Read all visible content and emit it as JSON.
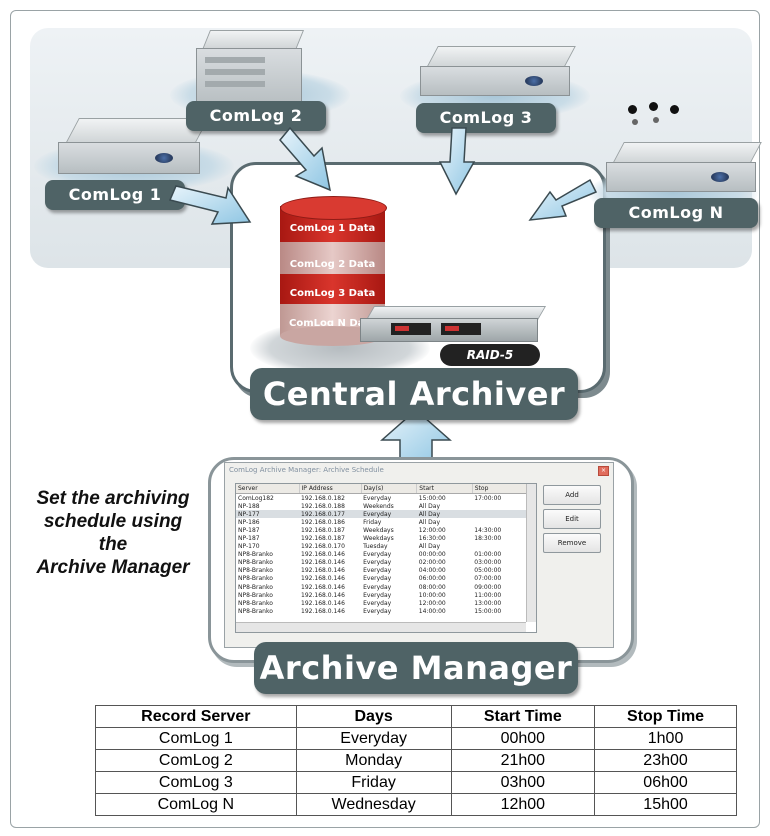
{
  "servers": [
    {
      "name": "ComLog 1"
    },
    {
      "name": "ComLog 2"
    },
    {
      "name": "ComLog 3"
    },
    {
      "name": "ComLog N"
    }
  ],
  "database": {
    "segments": [
      "ComLog 1 Data",
      "ComLog 2 Data",
      "ComLog 3 Data",
      "ComLog N Data"
    ],
    "colors": [
      "#c8231c",
      "#d9aaa6",
      "#c8231c",
      "#e4c3bf"
    ],
    "raid_label": "RAID-5"
  },
  "central_archiver_label": "Central Archiver",
  "side_text": [
    "Set the archiving",
    "schedule using",
    "the",
    "Archive Manager"
  ],
  "archive_manager_label": "Archive Manager",
  "dialog": {
    "title": "ComLog Archive Manager: Archive Schedule",
    "close": "×",
    "columns": [
      "Server",
      "IP Address",
      "Day(s)",
      "Start",
      "Stop"
    ],
    "rows": [
      [
        "ComLog182",
        "192.168.0.182",
        "Everyday",
        "15:00:00",
        "17:00:00"
      ],
      [
        "NP-188",
        "192.168.0.188",
        "Weekends",
        "All Day",
        ""
      ],
      [
        "NP-177",
        "192.168.0.177",
        "Everyday",
        "All Day",
        ""
      ],
      [
        "NP-186",
        "192.168.0.186",
        "Friday",
        "All Day",
        ""
      ],
      [
        "NP-187",
        "192.168.0.187",
        "Weekdays",
        "12:00:00",
        "14:30:00"
      ],
      [
        "NP-187",
        "192.168.0.187",
        "Weekdays",
        "16:30:00",
        "18:30:00"
      ],
      [
        "NP-170",
        "192.168.0.170",
        "Tuesday",
        "All Day",
        ""
      ],
      [
        "NP8-Branko",
        "192.168.0.146",
        "Everyday",
        "00:00:00",
        "01:00:00"
      ],
      [
        "NP8-Branko",
        "192.168.0.146",
        "Everyday",
        "02:00:00",
        "03:00:00"
      ],
      [
        "NP8-Branko",
        "192.168.0.146",
        "Everyday",
        "04:00:00",
        "05:00:00"
      ],
      [
        "NP8-Branko",
        "192.168.0.146",
        "Everyday",
        "06:00:00",
        "07:00:00"
      ],
      [
        "NP8-Branko",
        "192.168.0.146",
        "Everyday",
        "08:00:00",
        "09:00:00"
      ],
      [
        "NP8-Branko",
        "192.168.0.146",
        "Everyday",
        "10:00:00",
        "11:00:00"
      ],
      [
        "NP8-Branko",
        "192.168.0.146",
        "Everyday",
        "12:00:00",
        "13:00:00"
      ],
      [
        "NP8-Branko",
        "192.168.0.146",
        "Everyday",
        "14:00:00",
        "15:00:00"
      ]
    ],
    "buttons": {
      "add": "Add",
      "edit": "Edit",
      "remove": "Remove"
    }
  },
  "schedule_table": {
    "headers": [
      "Record Server",
      "Days",
      "Start Time",
      "Stop Time"
    ],
    "rows": [
      [
        "ComLog 1",
        "Everyday",
        "00h00",
        "1h00"
      ],
      [
        "ComLog 2",
        "Monday",
        "21h00",
        "23h00"
      ],
      [
        "ComLog 3",
        "Friday",
        "03h00",
        "06h00"
      ],
      [
        "ComLog N",
        "Wednesday",
        "12h00",
        "15h00"
      ]
    ]
  },
  "colors": {
    "label_bg": "#4f6366",
    "arrow": "#9fd1ea",
    "panel_border": "#5a6b70"
  }
}
